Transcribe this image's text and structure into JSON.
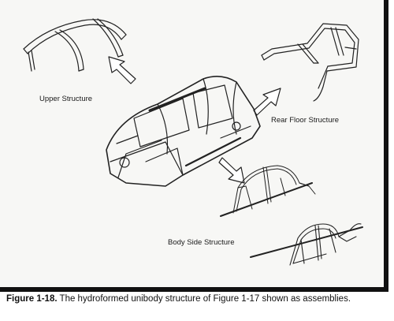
{
  "figure": {
    "labels": {
      "upper": "Upper Structure",
      "rear": "Rear Floor Structure",
      "side": "Body Side Structure"
    }
  },
  "caption": {
    "number": "Figure 1-18.",
    "text": " The hydroformed unibody structure of Figure 1-17 shown as assemblies."
  }
}
